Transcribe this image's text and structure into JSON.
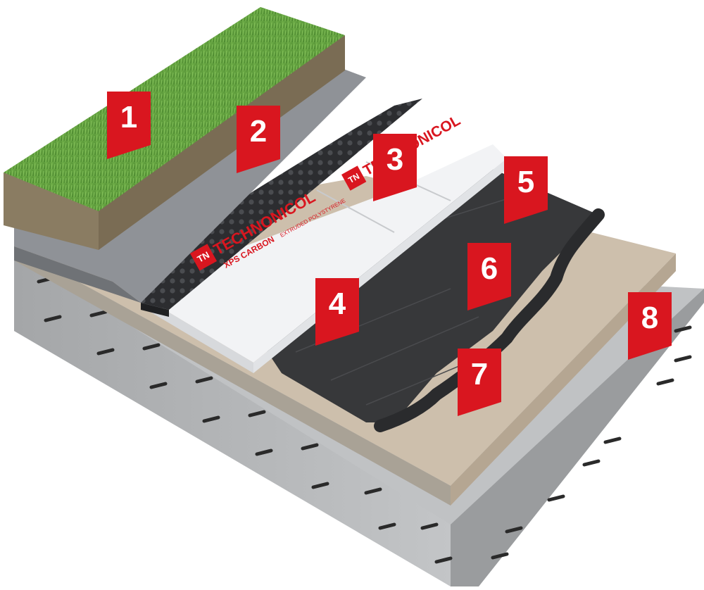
{
  "brand": {
    "name": "TECHNONICOL",
    "logo_letters": "TN",
    "product": "XPS CARBON",
    "product_line": "EXTRUDED POLYSTYRENE",
    "colors": {
      "accent": "#d9161f",
      "white": "#ffffff"
    }
  },
  "callouts": [
    {
      "label": "1"
    },
    {
      "label": "2"
    },
    {
      "label": "3"
    },
    {
      "label": "4"
    },
    {
      "label": "5"
    },
    {
      "label": "6"
    },
    {
      "label": "7"
    },
    {
      "label": "8"
    }
  ],
  "colors": {
    "grass": "#5f9a3c",
    "soil": "#8a7c62",
    "geotextile": "#8f9297",
    "drainage_membrane": "#2c2d30",
    "xps_board": "#f2f3f5",
    "bitumen": "#3a3b3d",
    "screed": "#c9b9a5",
    "concrete": "#b7b9bb"
  }
}
